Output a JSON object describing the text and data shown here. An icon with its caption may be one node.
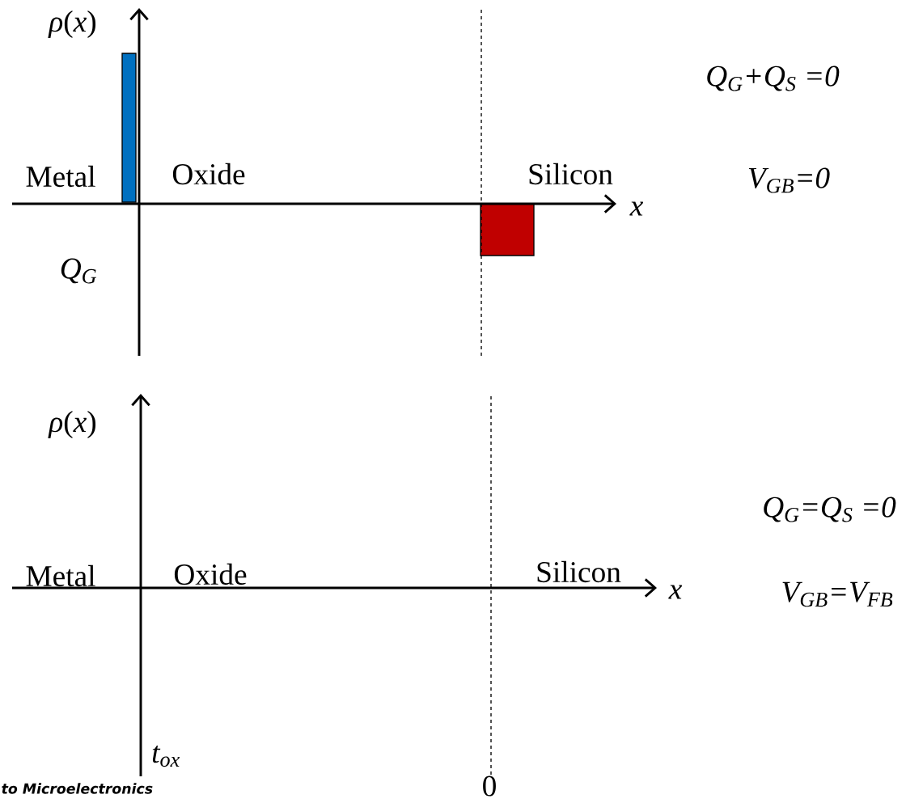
{
  "diagram": {
    "labels": [
      "*ρ*(*x*)",
      "Metal",
      "Oxide",
      "Silicon",
      "x",
      "Q$_{G}$",
      "Q$_{G}$+Q$_{S}$ =0",
      "V$_{GB}$=0",
      "*ρ*(*x*)",
      "Metal",
      "Oxide",
      "Silicon",
      "x",
      "Q$_{G}$=Q$_{S}$ =0",
      "V$_{GB}$=V$_{FB}$",
      "t$_{ox}$",
      "0",
      "to Microelectronics"
    ]
  }
}
